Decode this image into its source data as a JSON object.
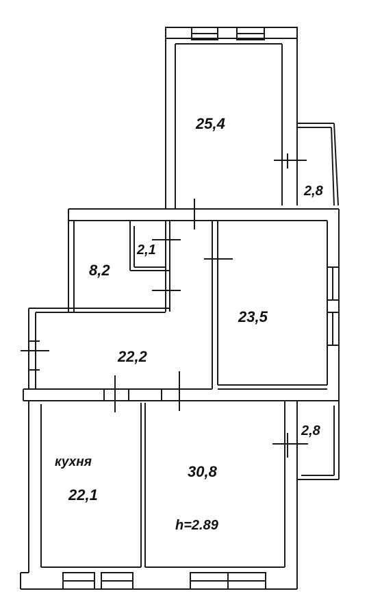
{
  "rooms": {
    "top_room": {
      "area": "25,4"
    },
    "top_balcony": {
      "area": "2,8"
    },
    "storage": {
      "area": "2,1"
    },
    "small_room": {
      "area": "8,2"
    },
    "right_room": {
      "area": "23,5"
    },
    "hall": {
      "area": "22,2"
    },
    "kitchen": {
      "name": "кухня",
      "area": "22,1"
    },
    "big_room": {
      "area": "30,8",
      "height_note": "h=2.89"
    },
    "bottom_balcony": {
      "area": "2,8"
    }
  }
}
